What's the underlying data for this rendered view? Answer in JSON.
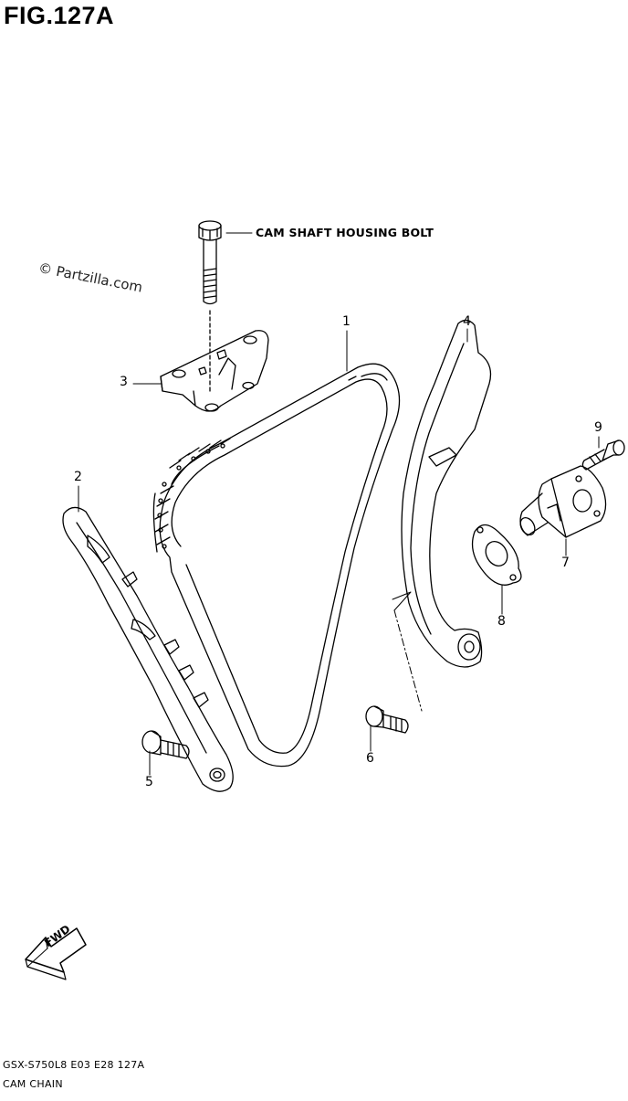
{
  "figure": {
    "title": "FIG.127A",
    "watermark": "© Partzilla.com"
  },
  "callouts": [
    {
      "id": "1",
      "label": "1"
    },
    {
      "id": "2",
      "label": "2"
    },
    {
      "id": "3",
      "label": "3"
    },
    {
      "id": "4",
      "label": "4"
    },
    {
      "id": "5",
      "label": "5"
    },
    {
      "id": "6",
      "label": "6"
    },
    {
      "id": "7",
      "label": "7"
    },
    {
      "id": "8",
      "label": "8"
    },
    {
      "id": "9",
      "label": "9"
    }
  ],
  "note": "CAM SHAFT HOUSING BOLT",
  "direction_marker": "FWD",
  "footer": {
    "code": "GSX-S750L8  E03  E28  127A",
    "section": "CAM CHAIN"
  }
}
